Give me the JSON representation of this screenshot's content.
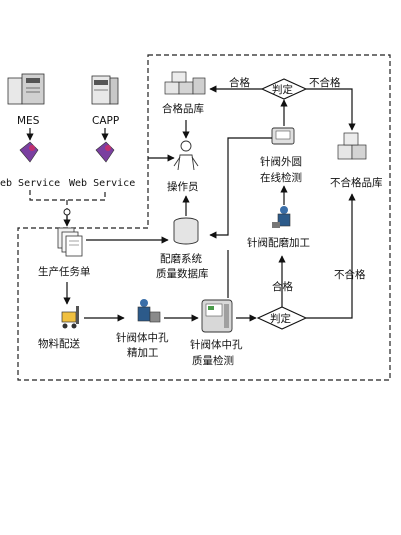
{
  "nodes": {
    "mes": "MES",
    "capp": "CAPP",
    "ws_left": "eb Service",
    "ws_right": "Web Service",
    "qualified_store": "合格品库",
    "operator": "操作员",
    "judge_top": "判定",
    "judge_bottom": "判定",
    "qualified_top": "合格",
    "unqualified_top": "不合格",
    "outer_ring_line1": "针阀外圆",
    "outer_ring_line2": "在线检测",
    "unqualified_store": "不合格品库",
    "production_order": "生产任务单",
    "db_line1": "配磨系统",
    "db_line2": "质量数据库",
    "grinding": "针阀配磨加工",
    "qualified_mid": "合格",
    "unqualified_mid": "不合格",
    "material_delivery": "物料配送",
    "finish_line1": "针阀体中孔",
    "finish_line2": "精加工",
    "inspect_line1": "针阀体中孔",
    "inspect_line2": "质量检测"
  }
}
